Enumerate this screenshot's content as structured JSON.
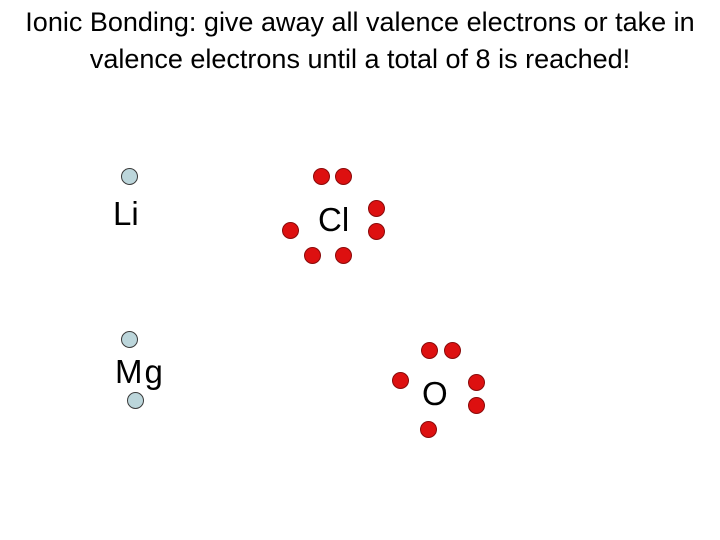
{
  "title": "Ionic Bonding: give away all valence electrons or take in valence electrons until a total of 8 is reached!",
  "atoms": {
    "li": {
      "symbol": "Li",
      "valence_electrons": 1,
      "electron_color": "#bcd6db"
    },
    "mg": {
      "symbol": "Mg",
      "valence_electrons": 2,
      "electron_color": "#bcd6db"
    },
    "cl": {
      "symbol": "Cl",
      "valence_electrons": 7,
      "electron_color": "#dd1010"
    },
    "o": {
      "symbol": "O",
      "valence_electrons": 6,
      "electron_color": "#dd1010"
    }
  }
}
